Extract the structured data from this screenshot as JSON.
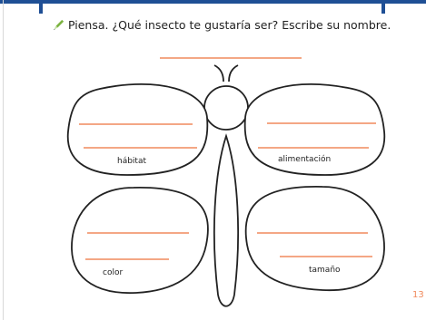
{
  "colors": {
    "top_bar": "#1f4f95",
    "writing_line": "#f08a5d",
    "outline": "#222222",
    "pencil": "#7cb342",
    "page_number": "#f08a5d"
  },
  "instruction": {
    "icon": "pencil-icon",
    "text": "Piensa. ¿Qué insecto te gustaría ser? Escribe su nombre."
  },
  "butterfly": {
    "name_line_count": 1,
    "wings": [
      {
        "id": "upper-left",
        "label": "hábitat",
        "lines": 2
      },
      {
        "id": "upper-right",
        "label": "alimentación",
        "lines": 2
      },
      {
        "id": "lower-left",
        "label": "color",
        "lines": 2
      },
      {
        "id": "lower-right",
        "label": "tamaño",
        "lines": 2
      }
    ]
  },
  "page_number": "13"
}
